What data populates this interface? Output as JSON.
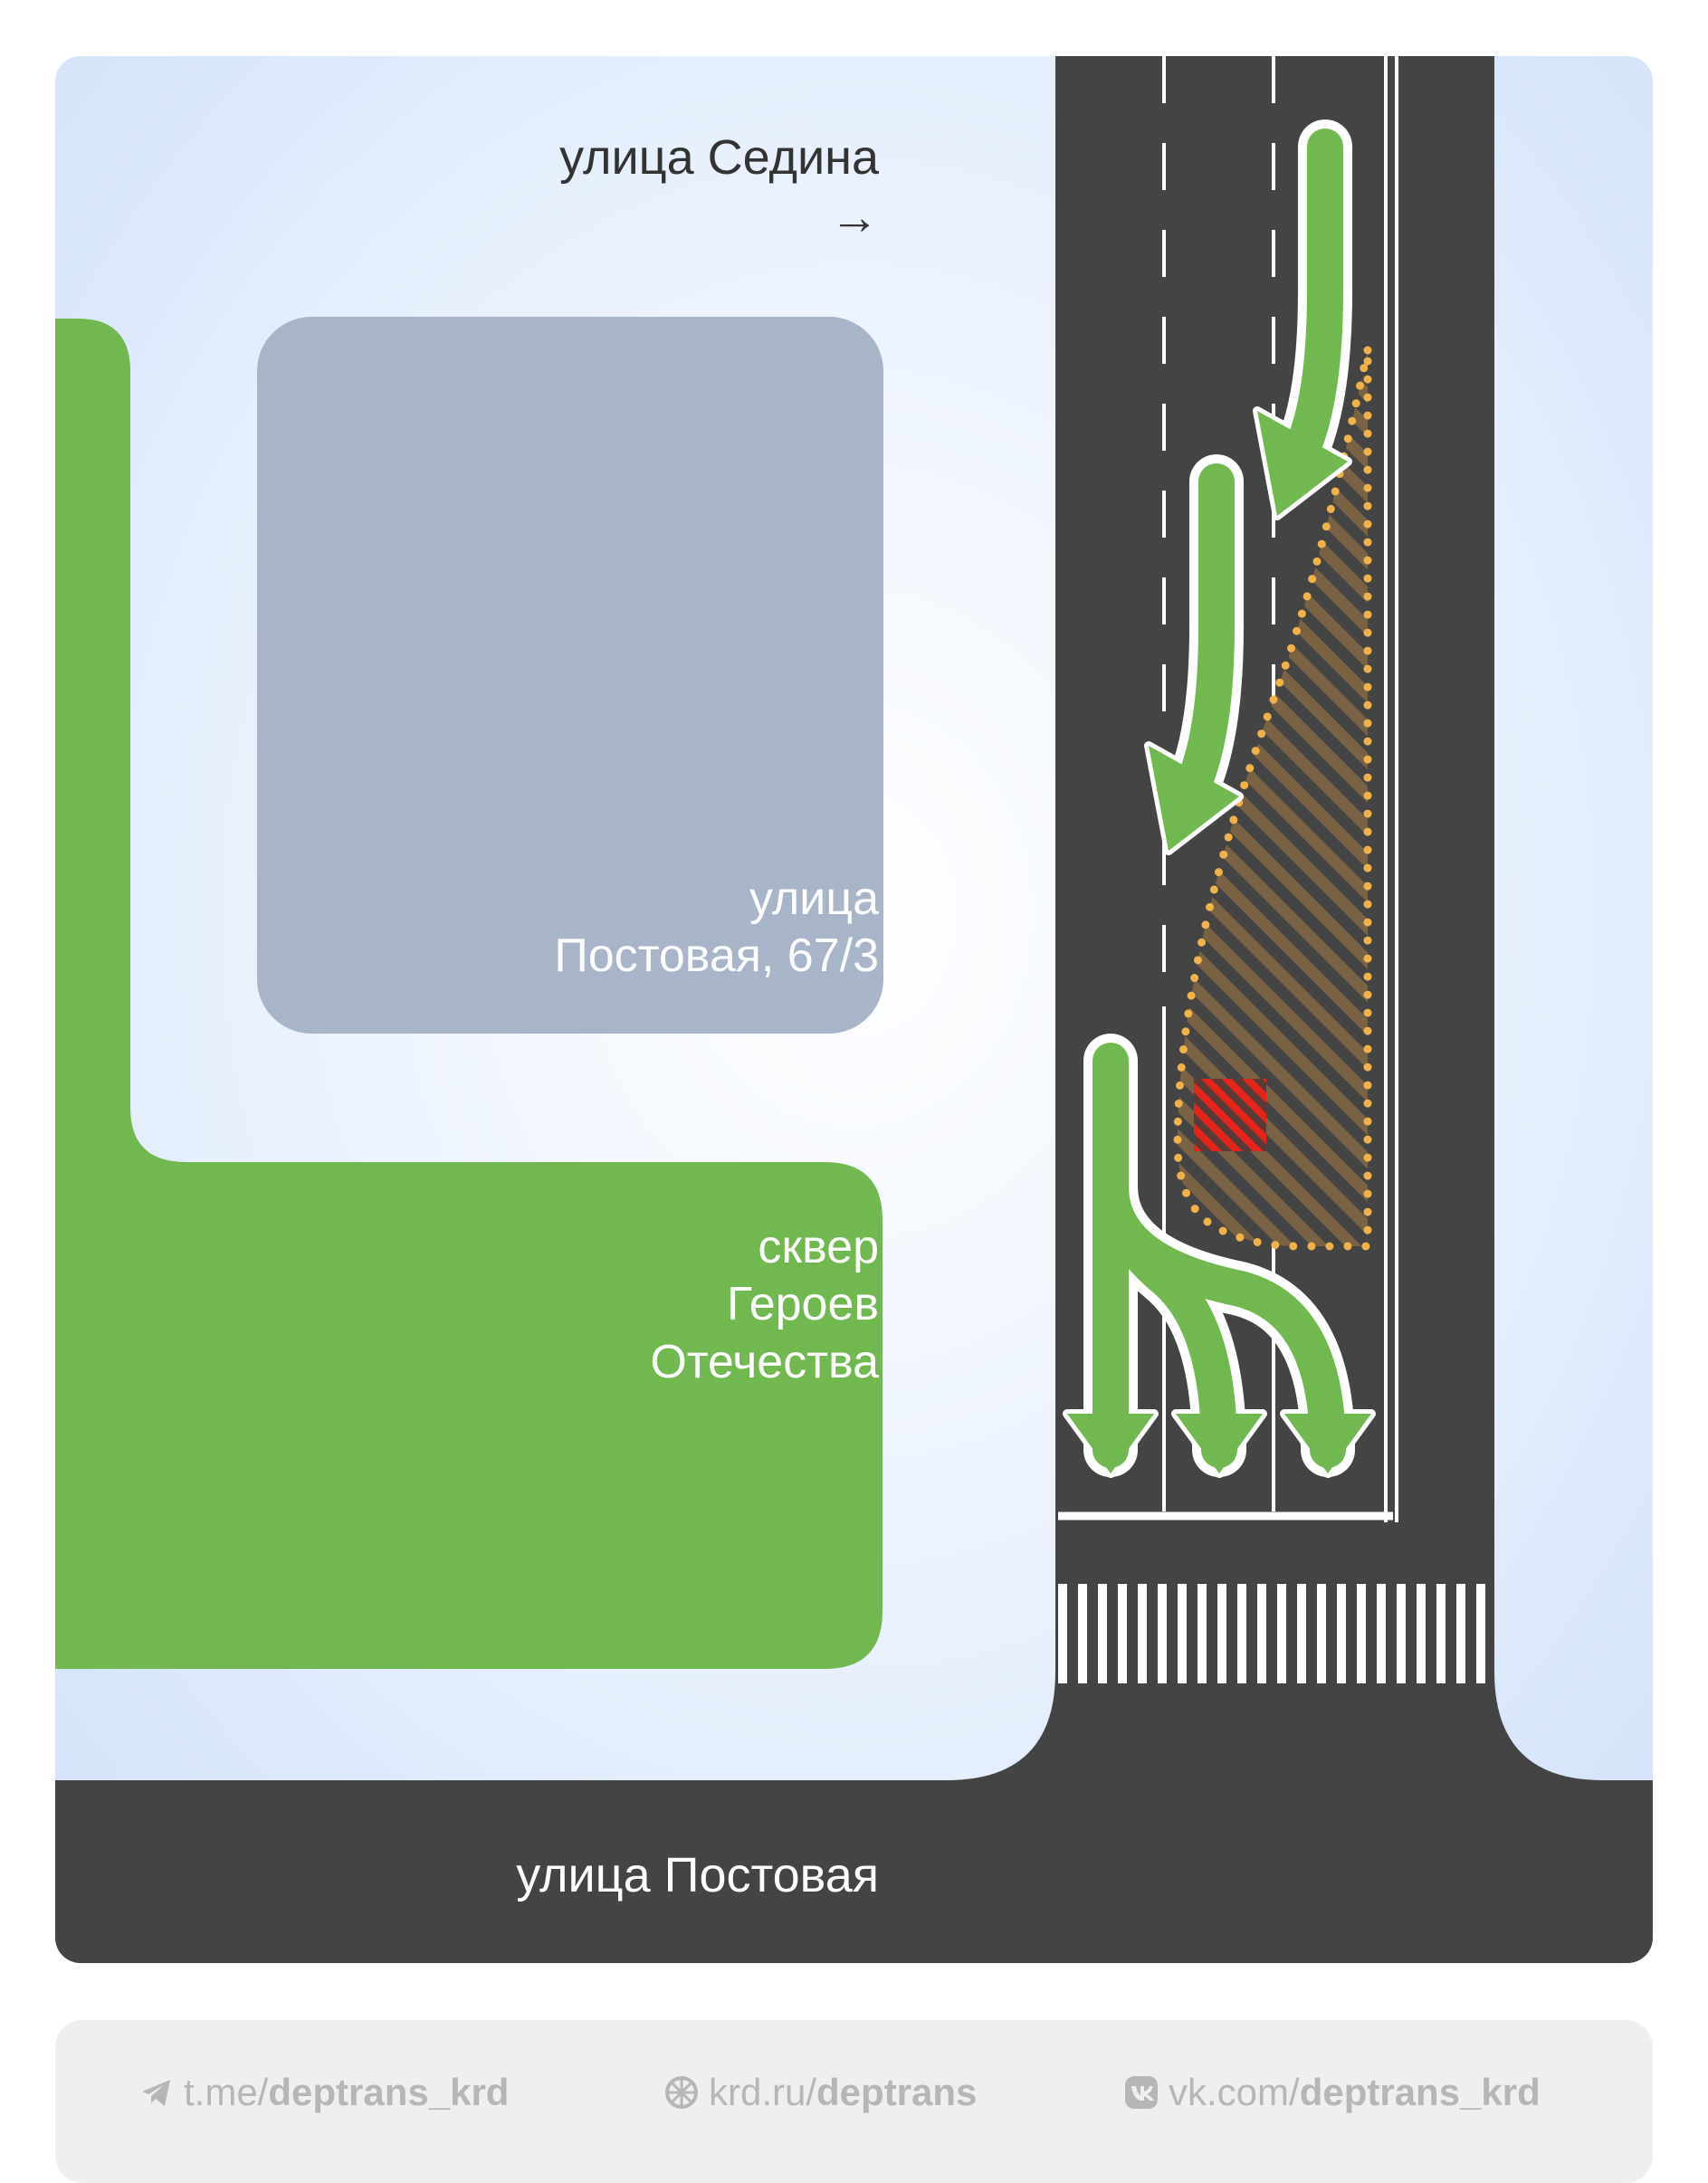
{
  "labels": {
    "sedina": "улица Седина",
    "sedina_arrow": "→",
    "building_line1": "улица",
    "building_line2": "Постовая, 67/3",
    "park_line1": "сквер",
    "park_line2": "Героев",
    "park_line3": "Отечества",
    "postovaya": "улица Постовая"
  },
  "footer": {
    "telegram": {
      "prefix": "t.me/",
      "handle": "deptrans_krd",
      "icon": "telegram-icon"
    },
    "website": {
      "prefix": "krd.ru/",
      "handle": "deptrans",
      "icon": "globe-icon"
    },
    "vk": {
      "prefix": "vk.com/",
      "handle": "deptrans_krd",
      "icon": "vk-icon"
    }
  },
  "colors": {
    "background": "#dbe8fb",
    "road": "#444444",
    "park": "#72b851",
    "building": "#a8b5c8",
    "arrow": "#72b851",
    "hatch_zone": "#7a6245",
    "dots": "#f2b24a",
    "highlight": "#e5241a",
    "footer_bg": "#efefef",
    "footer_text": "#b6b6b6"
  }
}
